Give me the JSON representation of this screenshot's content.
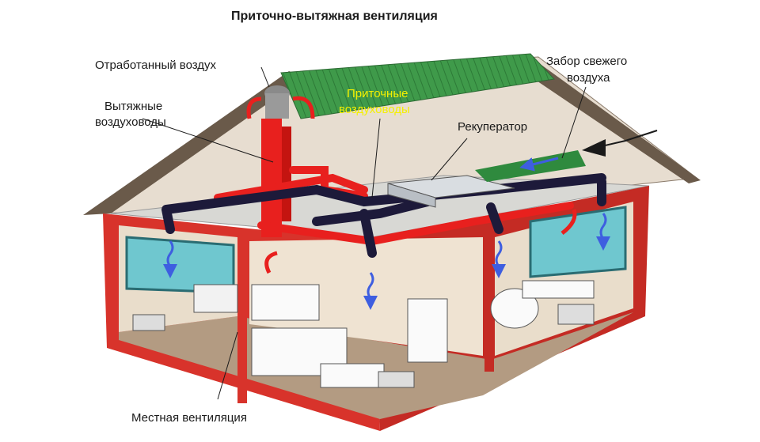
{
  "title": "Приточно-вытяжная вентиляция",
  "labels": {
    "exhaust_air": "Отработанный воздух",
    "exhaust_ducts_1": "Вытяжные",
    "exhaust_ducts_2": "воздуховоды",
    "supply_ducts_1": "Приточные",
    "supply_ducts_2": "воздуховоды",
    "recuperator": "Рекуператор",
    "fresh_air_1": "Забор свежего",
    "fresh_air_2": "воздуха",
    "local_ventilation": "Местная вентиляция"
  },
  "colors": {
    "roof": "#3f9a4a",
    "wall_red": "#d8332b",
    "floor": "#b39b82",
    "wall_inner": "#e8dccb",
    "attic_floor": "#d9d9d6",
    "exhaust_duct": "#e8201e",
    "supply_duct": "#1d1a3a",
    "air_arrow_blue": "#3e5ee0",
    "window_glass": "#6fc7cf",
    "intake_green": "#2f8a3e"
  }
}
